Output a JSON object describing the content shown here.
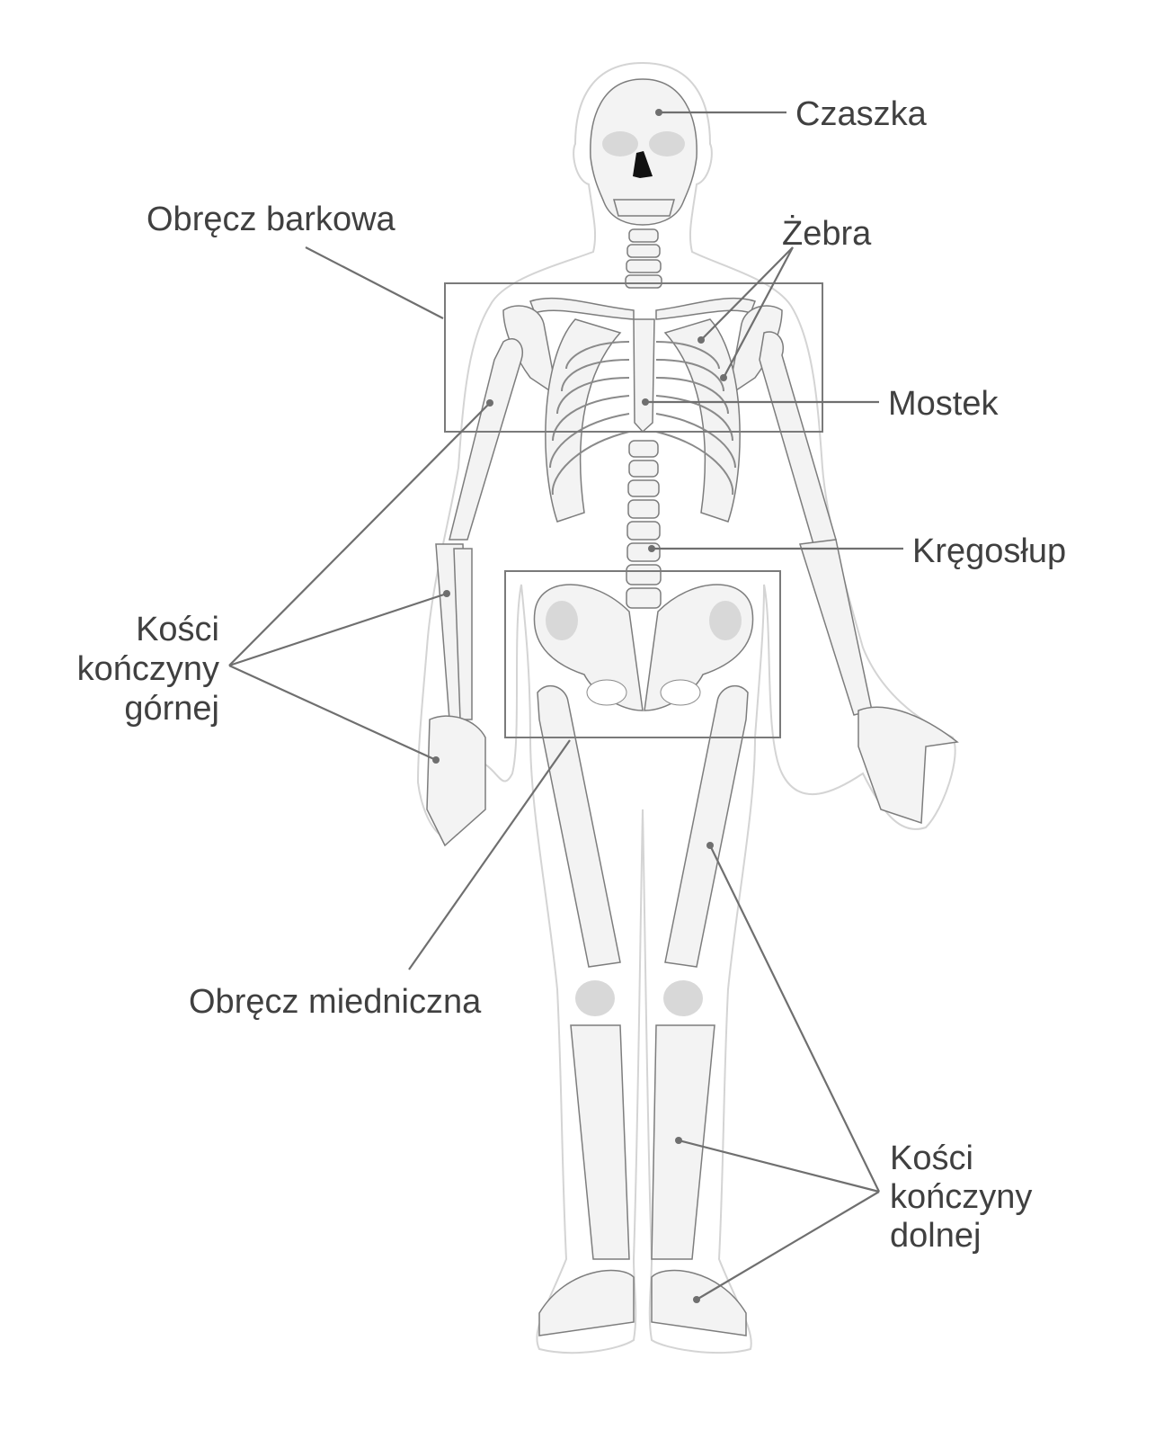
{
  "labels": {
    "skull": "Czaszka",
    "shoulder_girdle": "Obręcz barkowa",
    "ribs": "Żebra",
    "sternum": "Mostek",
    "spine": "Kręgosłup",
    "upper_limb": [
      "Kości",
      "kończyny",
      "górnej"
    ],
    "pelvic_girdle": "Obręcz miedniczna",
    "lower_limb": [
      "Kości",
      "kończyny",
      "dolnej"
    ]
  },
  "colors": {
    "text": "#404040",
    "leader": "#6f6f6f",
    "bone_outline": "#7d7d7d",
    "bone_fill": "#f3f3f3"
  }
}
